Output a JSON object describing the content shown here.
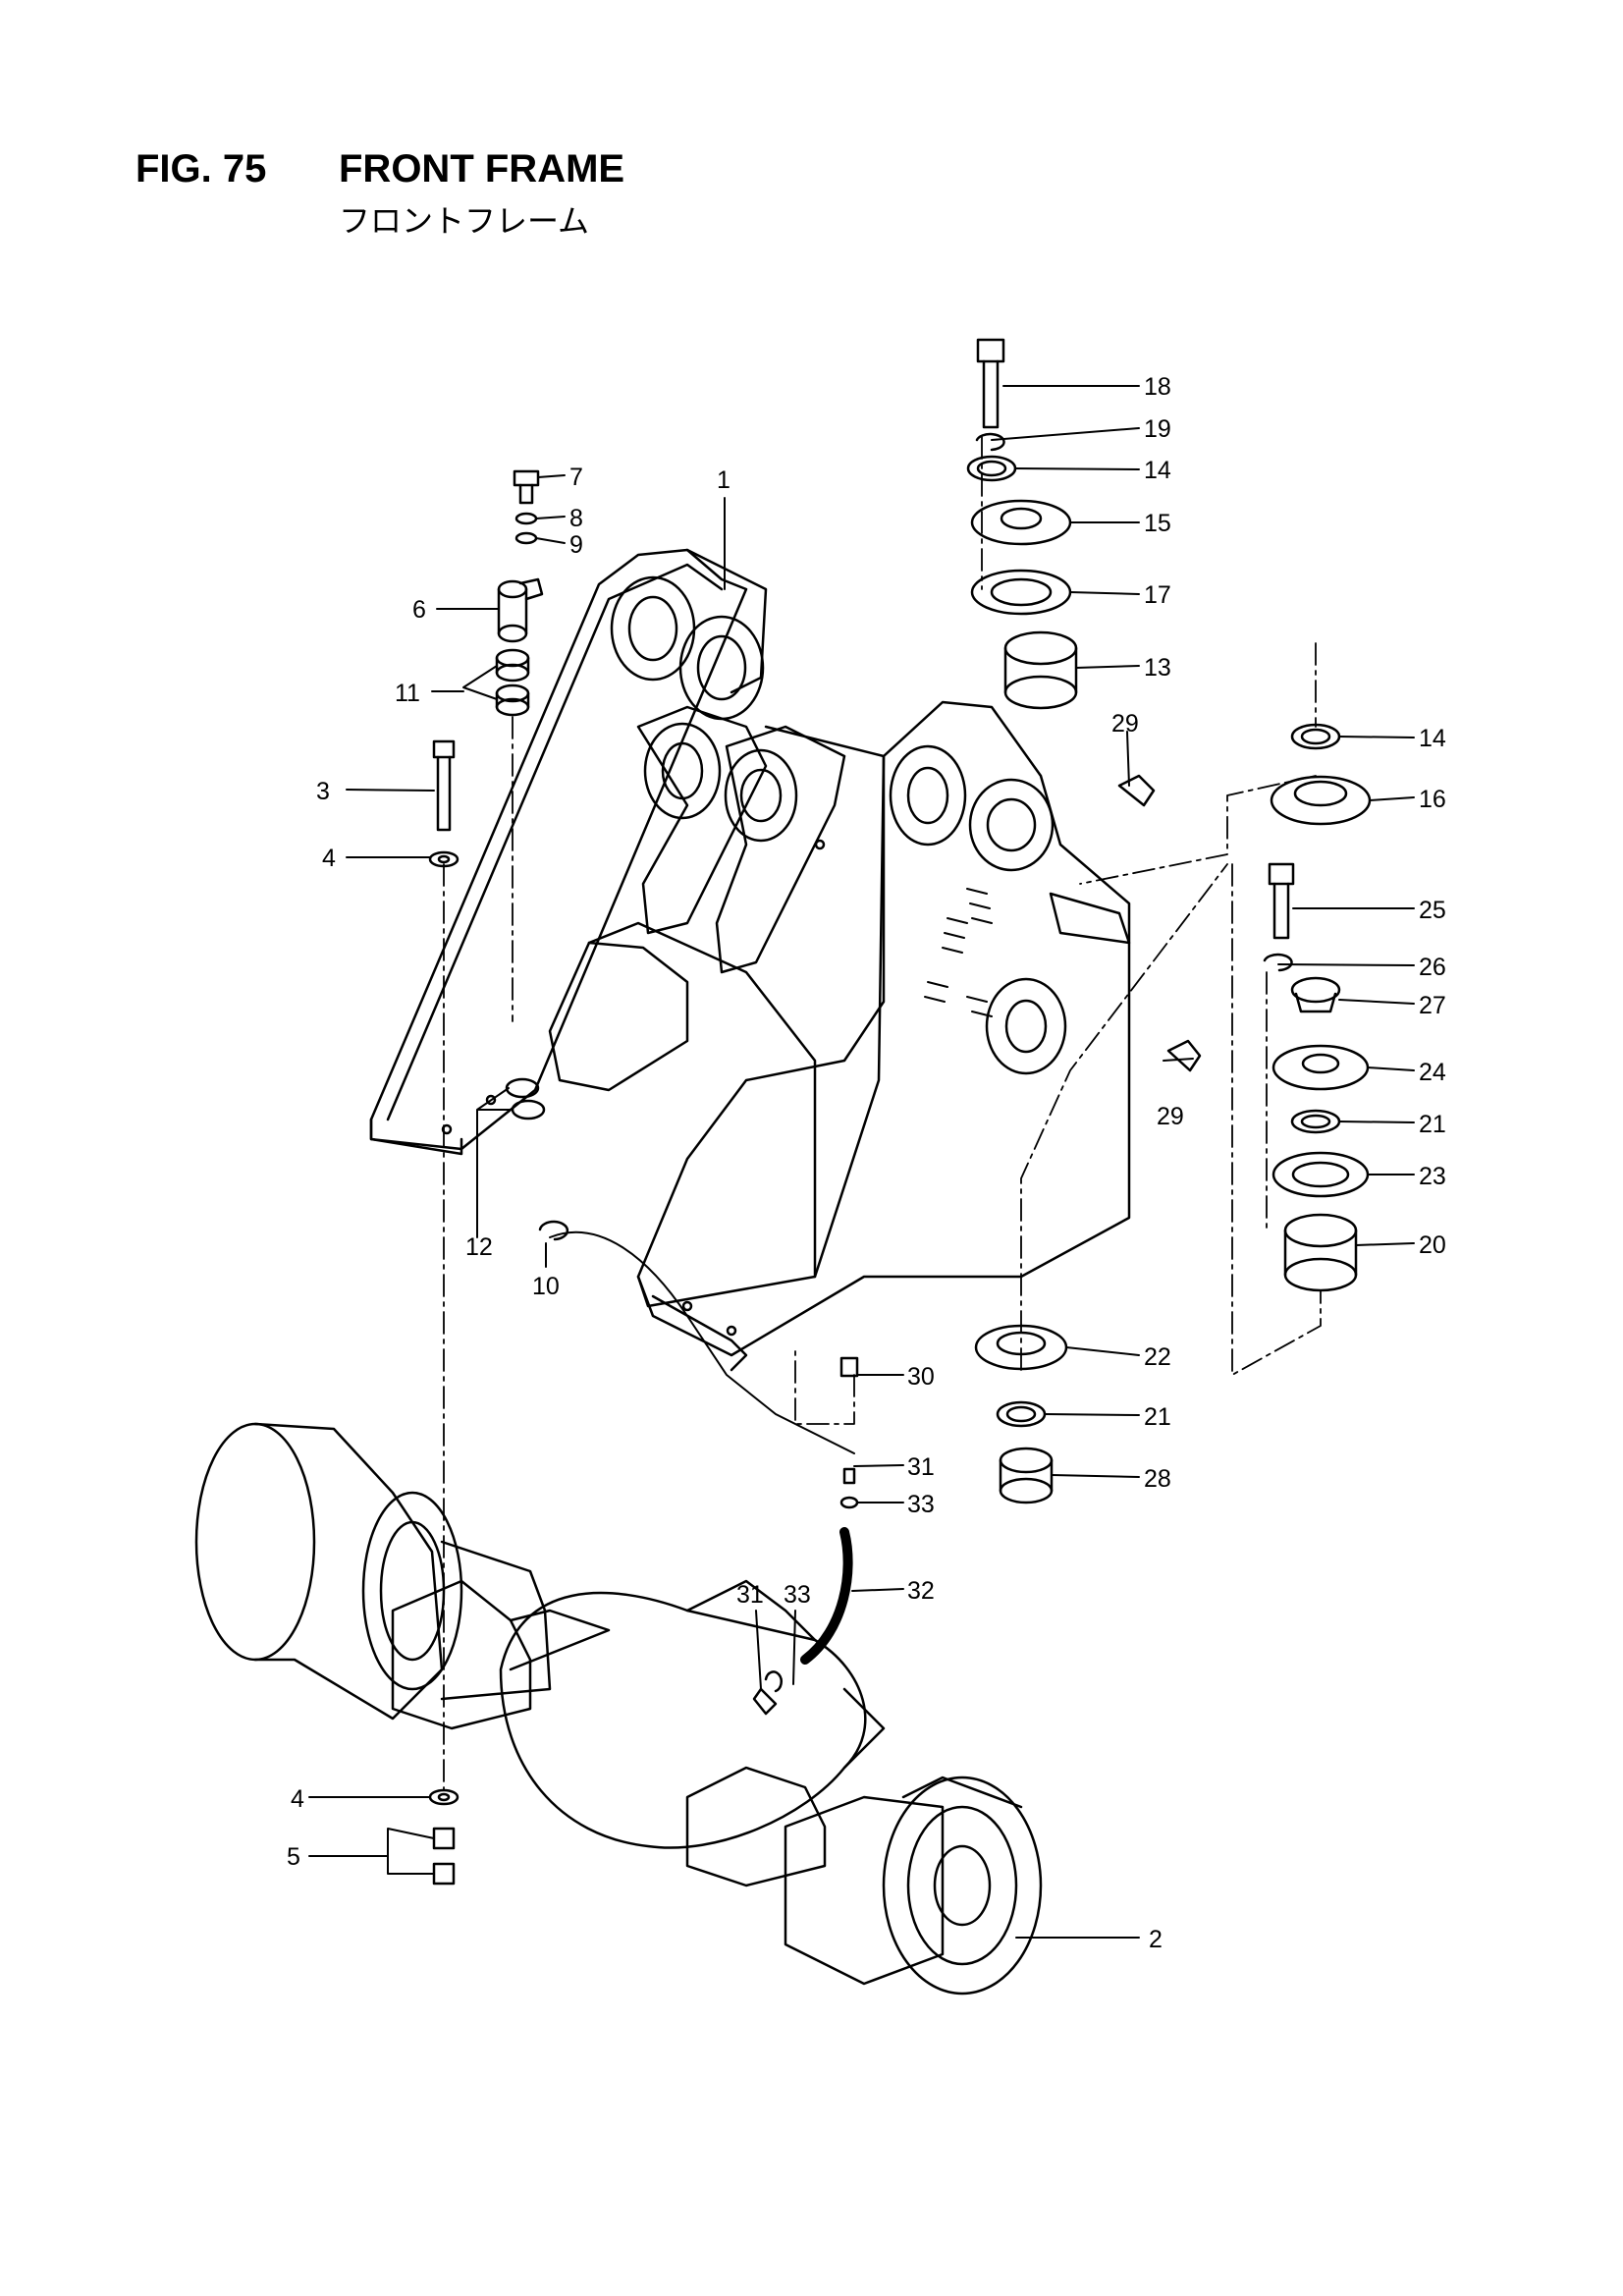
{
  "header": {
    "figure": "FIG. 75",
    "title": "FRONT FRAME",
    "subtitle_jp": "フロントフレーム"
  },
  "callouts": [
    {
      "id": "c18",
      "label": "18"
    },
    {
      "id": "c19",
      "label": "19"
    },
    {
      "id": "c14a",
      "label": "14"
    },
    {
      "id": "c15",
      "label": "15"
    },
    {
      "id": "c17",
      "label": "17"
    },
    {
      "id": "c13",
      "label": "13"
    },
    {
      "id": "c29a",
      "label": "29"
    },
    {
      "id": "c14b",
      "label": "14"
    },
    {
      "id": "c16",
      "label": "16"
    },
    {
      "id": "c25",
      "label": "25"
    },
    {
      "id": "c26",
      "label": "26"
    },
    {
      "id": "c27",
      "label": "27"
    },
    {
      "id": "c24",
      "label": "24"
    },
    {
      "id": "c29b",
      "label": "29"
    },
    {
      "id": "c21a",
      "label": "21"
    },
    {
      "id": "c23",
      "label": "23"
    },
    {
      "id": "c20",
      "label": "20"
    },
    {
      "id": "c22",
      "label": "22"
    },
    {
      "id": "c21b",
      "label": "21"
    },
    {
      "id": "c28",
      "label": "28"
    },
    {
      "id": "c30",
      "label": "30"
    },
    {
      "id": "c31a",
      "label": "31"
    },
    {
      "id": "c33a",
      "label": "33"
    },
    {
      "id": "c31b",
      "label": "31"
    },
    {
      "id": "c33b",
      "label": "33"
    },
    {
      "id": "c32",
      "label": "32"
    },
    {
      "id": "c1",
      "label": "1"
    },
    {
      "id": "c7",
      "label": "7"
    },
    {
      "id": "c8",
      "label": "8"
    },
    {
      "id": "c9",
      "label": "9"
    },
    {
      "id": "c6",
      "label": "6"
    },
    {
      "id": "c11",
      "label": "11"
    },
    {
      "id": "c3",
      "label": "3"
    },
    {
      "id": "c4a",
      "label": "4"
    },
    {
      "id": "c12",
      "label": "12"
    },
    {
      "id": "c10",
      "label": "10"
    },
    {
      "id": "c4b",
      "label": "4"
    },
    {
      "id": "c5",
      "label": "5"
    },
    {
      "id": "c2",
      "label": "2"
    }
  ]
}
